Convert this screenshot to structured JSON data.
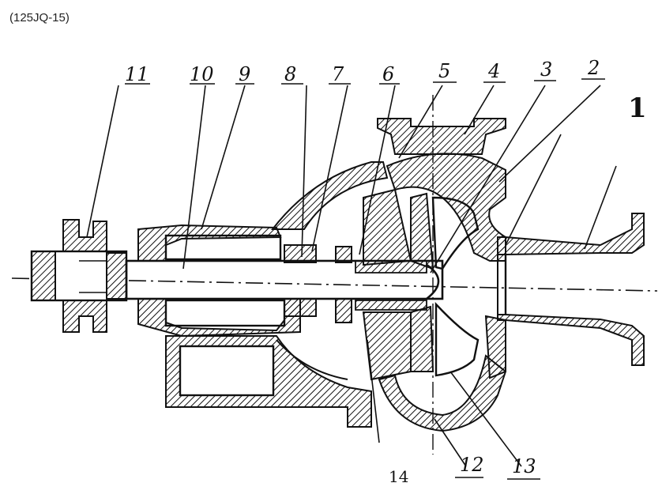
{
  "caption": "(125JQ-15)",
  "labels": {
    "l1": "1",
    "l2": "2",
    "l3": "3",
    "l4": "4",
    "l5": "5",
    "l6": "6",
    "l7": "7",
    "l8": "8",
    "l9": "9",
    "l10": "10",
    "l11": "11",
    "l12": "12",
    "l13": "13",
    "l14": "14"
  }
}
